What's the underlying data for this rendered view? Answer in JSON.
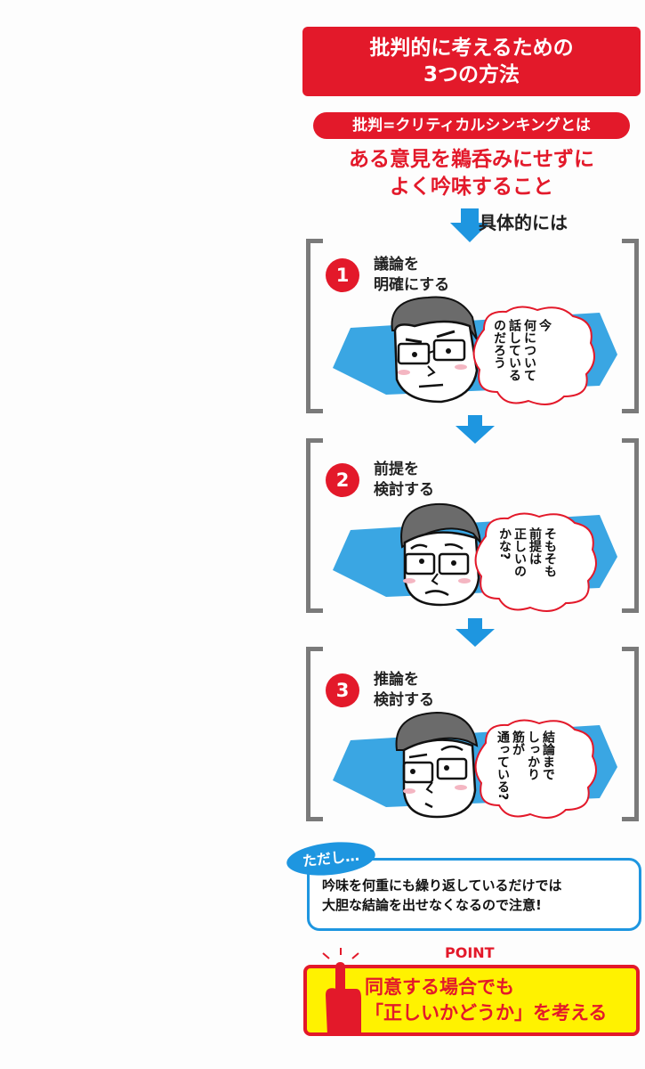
{
  "header": {
    "title_line1": "批判的に考えるための",
    "title_line2": "3つの方法"
  },
  "definition": {
    "label": "批判=クリティカルシンキングとは",
    "line1": "ある意見を鵜呑みにせずに",
    "line2": "よく吟味すること"
  },
  "concretely_label": "具体的には",
  "steps": [
    {
      "number": "1",
      "title_line1": "議論を",
      "title_line2": "明確にする",
      "thought": "今\n何について\n話している\nのだろう"
    },
    {
      "number": "2",
      "title_line1": "前提を",
      "title_line2": "検討する",
      "thought": "そもそも\n前提は\n正しいの\nかな?"
    },
    {
      "number": "3",
      "title_line1": "推論を",
      "title_line2": "検討する",
      "thought": "結論まで\nしっかり\n筋が\n通っている?"
    }
  ],
  "note": {
    "tag": "ただし…",
    "line1": "吟味を何重にも繰り返しているだけでは",
    "line2": "大胆な結論を出せなくなるので注意!"
  },
  "point": {
    "label": "POINT",
    "line1": "同意する場合でも",
    "line2": "「正しいかどうか」を考える"
  },
  "colors": {
    "red": "#e3192a",
    "blue": "#3aa6e3",
    "yellow": "#fff200",
    "gray": "#7a7a7a"
  }
}
